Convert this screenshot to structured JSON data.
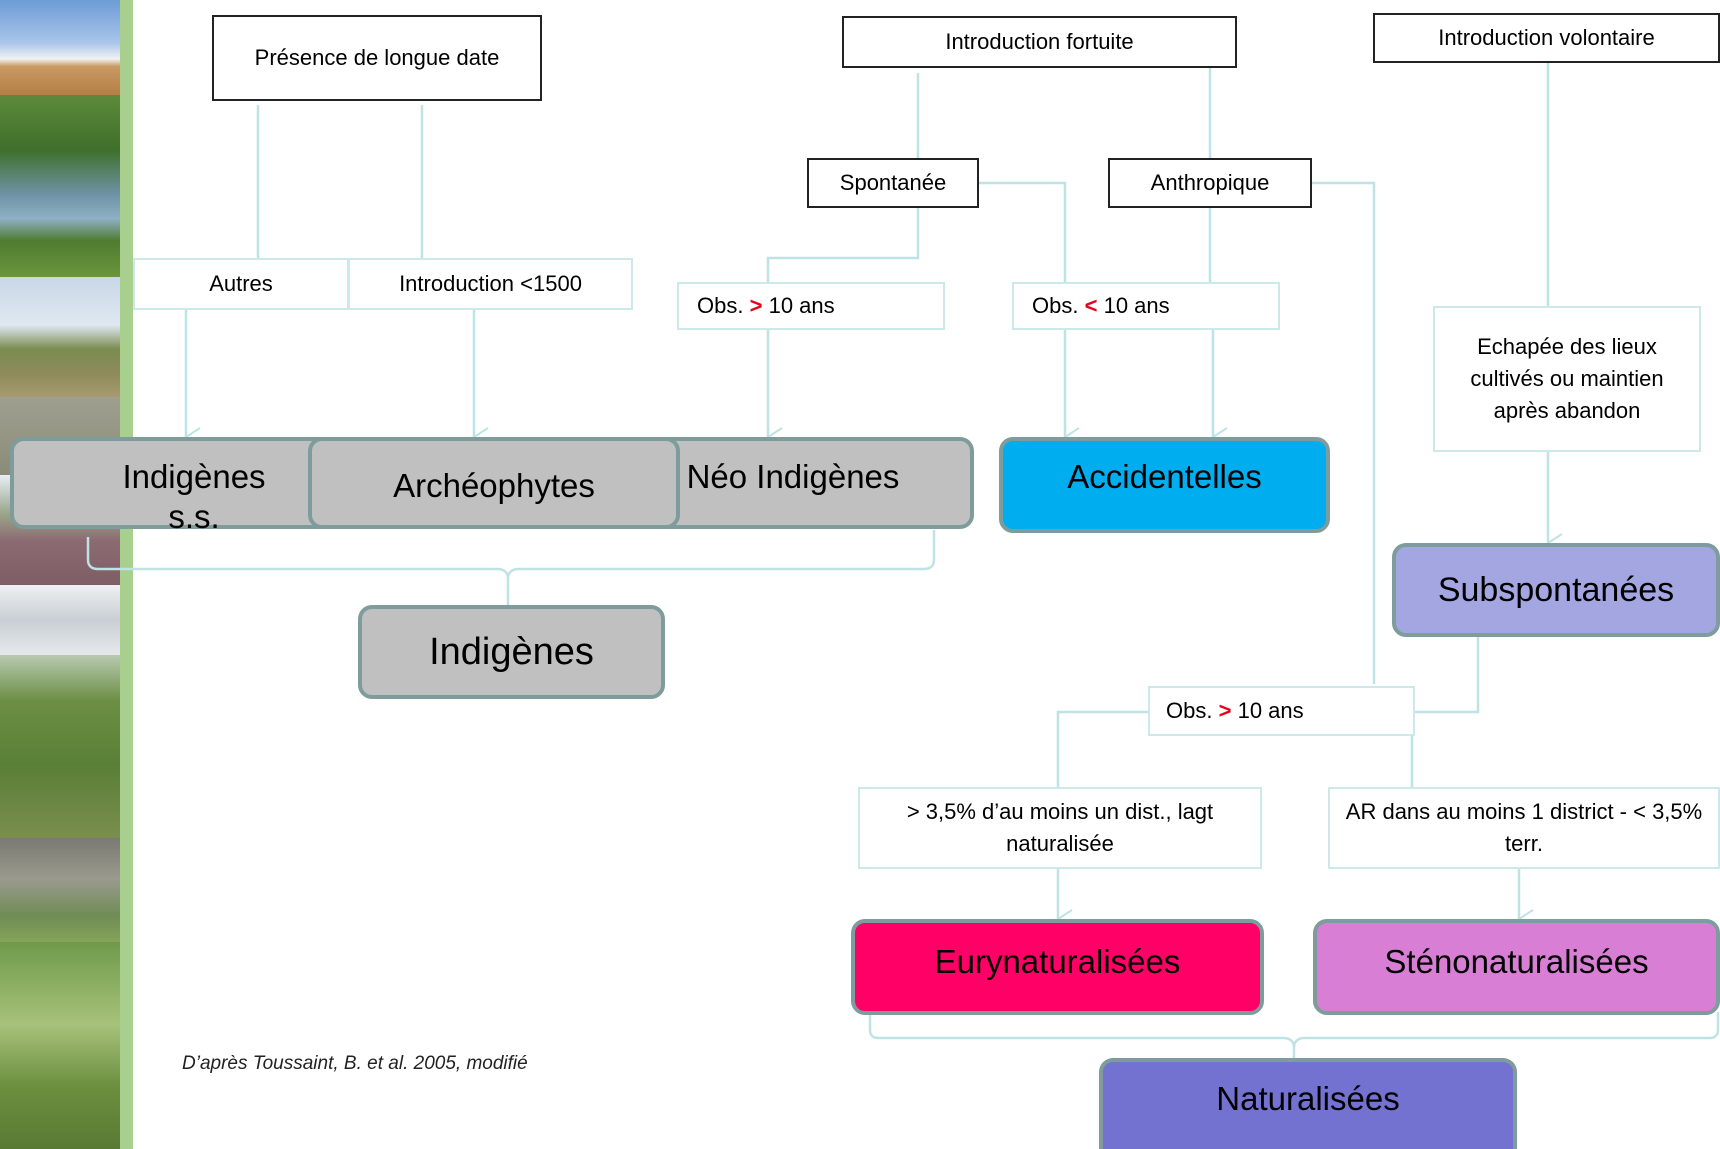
{
  "colors": {
    "accent_line": "#bfe3e5",
    "gray": "#c0c0c0",
    "accidentelles": "#00aeef",
    "subspontanees": "#a4a6e2",
    "eurynaturalisees": "#ff0066",
    "stenonaturalisees": "#d97ed5",
    "naturalisees": "#7472d0",
    "comparator": "#e8001b"
  },
  "top": {
    "presence": "Présence de longue date",
    "fortuite": "Introduction fortuite",
    "volontaire": "Introduction volontaire"
  },
  "mid": {
    "autres": "Autres",
    "intro1500": "Introduction <1500",
    "spontanee": "Spontanée",
    "anthropique": "Anthropique",
    "echapee": "Echapée des lieux cultivés ou maintien après abandon"
  },
  "obs": {
    "prefix": "Obs.",
    "gt": ">",
    "lt": "<",
    "suffix": "10 ans"
  },
  "criteria": {
    "eury": "> 3,5% d’au moins un dist., lagt naturalisée",
    "steno": "AR dans au moins 1 district - < 3,5% terr."
  },
  "categories": {
    "indigenes_ss": "Indigènes s.s.",
    "archeophytes": "Archéophytes",
    "neo": "Néo Indigènes",
    "accidentelles": "Accidentelles",
    "indigenes": "Indigènes",
    "subspontanees": "Subspontanées",
    "eurynaturalisees": "Eurynaturalisées",
    "stenonaturalisees": "Sténonaturalisées",
    "naturalisees": "Naturalisées"
  },
  "credit": "D’après Toussaint, B. et al. 2005, modifié"
}
